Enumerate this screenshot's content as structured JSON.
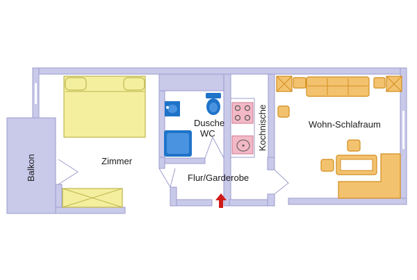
{
  "colors": {
    "wall": "#c9c9ea",
    "wall_edge": "#9c9ccc",
    "bed": "#f4ef9e",
    "bed_edge": "#bdb64e",
    "furniture": "#f3c26f",
    "furniture_edge": "#d08d1c",
    "blue": "#1e73c8",
    "pink": "#f2b8c6",
    "arrow": "#d01818"
  },
  "rooms": {
    "zimmer": "Zimmer",
    "dusche": "Dusche",
    "wc": "WC",
    "kochnische": "Kochnische",
    "wohn_schlafraum": "Wohn-Schlafraum",
    "flur": "Flur/Garderobe",
    "balkon": "Balkon"
  },
  "icons": {
    "bed": "double-bed-icon",
    "toilet": "toilet-icon",
    "sink": "sink-icon",
    "shower": "shower-tray-icon",
    "stove": "stove-icon",
    "sofa": "sofa-icon",
    "table": "dining-table-icon",
    "entrance": "entrance-arrow-icon"
  }
}
